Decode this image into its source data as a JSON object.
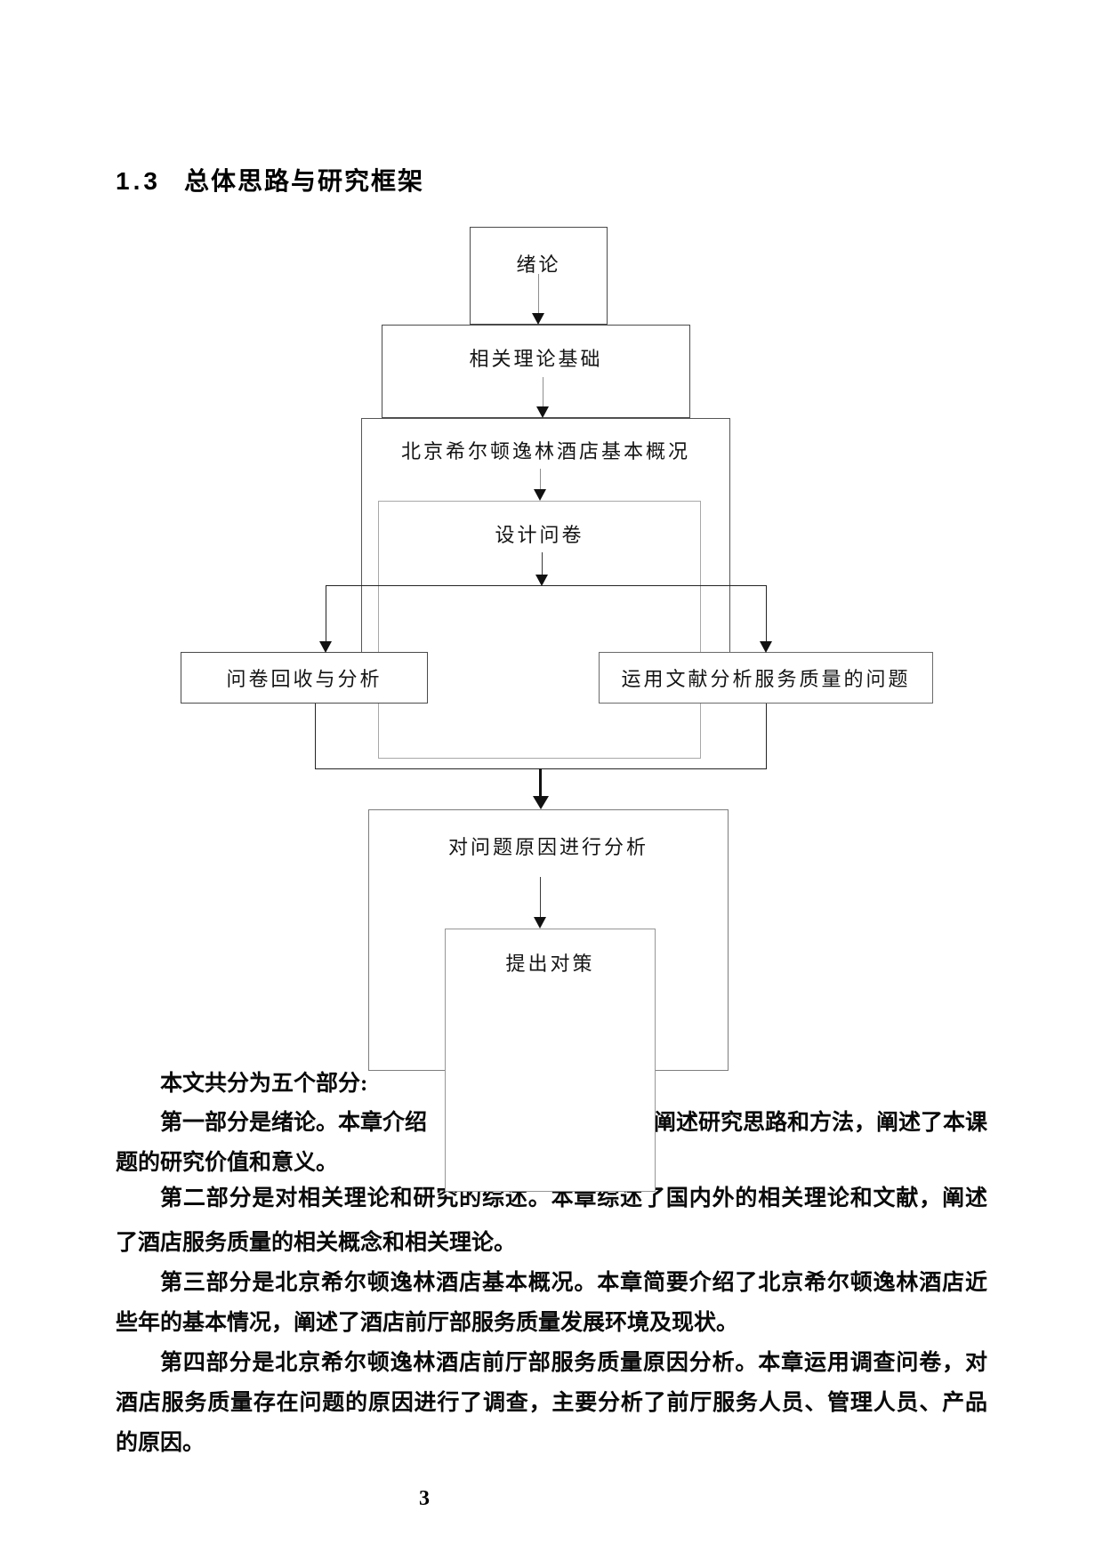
{
  "title": {
    "number": "1.3",
    "text": "总体思路与研究框架"
  },
  "flowchart": {
    "nodes": [
      {
        "label": "绪论"
      },
      {
        "label": "相关理论基础"
      },
      {
        "label": "北京希尔顿逸林酒店基本概况"
      },
      {
        "label": "设计问卷"
      },
      {
        "label": "问卷回收与分析"
      },
      {
        "label": "运用文献分析服务质量的问题"
      },
      {
        "label": "对问题原因进行分析"
      },
      {
        "label": "提出对策"
      }
    ]
  },
  "body": {
    "lead": "本文共分为五个部分:",
    "p1_line1_left": "第一部分是绪论。本章介绍",
    "p1_line1_right": "阐述研究思路和方法，阐述了本课",
    "p1_line2": "题的研究价值和意义。",
    "p2_line1": "第二部分是对相关理论和研究的综述。本章综述了国内外的相关理论和文献，阐述",
    "p2_line2": "了酒店服务质量的相关概念和相关理论。",
    "p3_line1": "第三部分是北京希尔顿逸林酒店基本概况。本章简要介绍了北京希尔顿逸林酒店近",
    "p3_line2": "些年的基本情况，阐述了酒店前厅部服务质量发展环境及现状。",
    "p4_line1": "第四部分是北京希尔顿逸林酒店前厅部服务质量原因分析。本章运用调查问卷，对",
    "p4_line2": "酒店服务质量存在问题的原因进行了调查，主要分析了前厅服务人员、管理人员、产品",
    "p4_line3": "的原因。"
  },
  "footer": {
    "page_number": "3"
  }
}
